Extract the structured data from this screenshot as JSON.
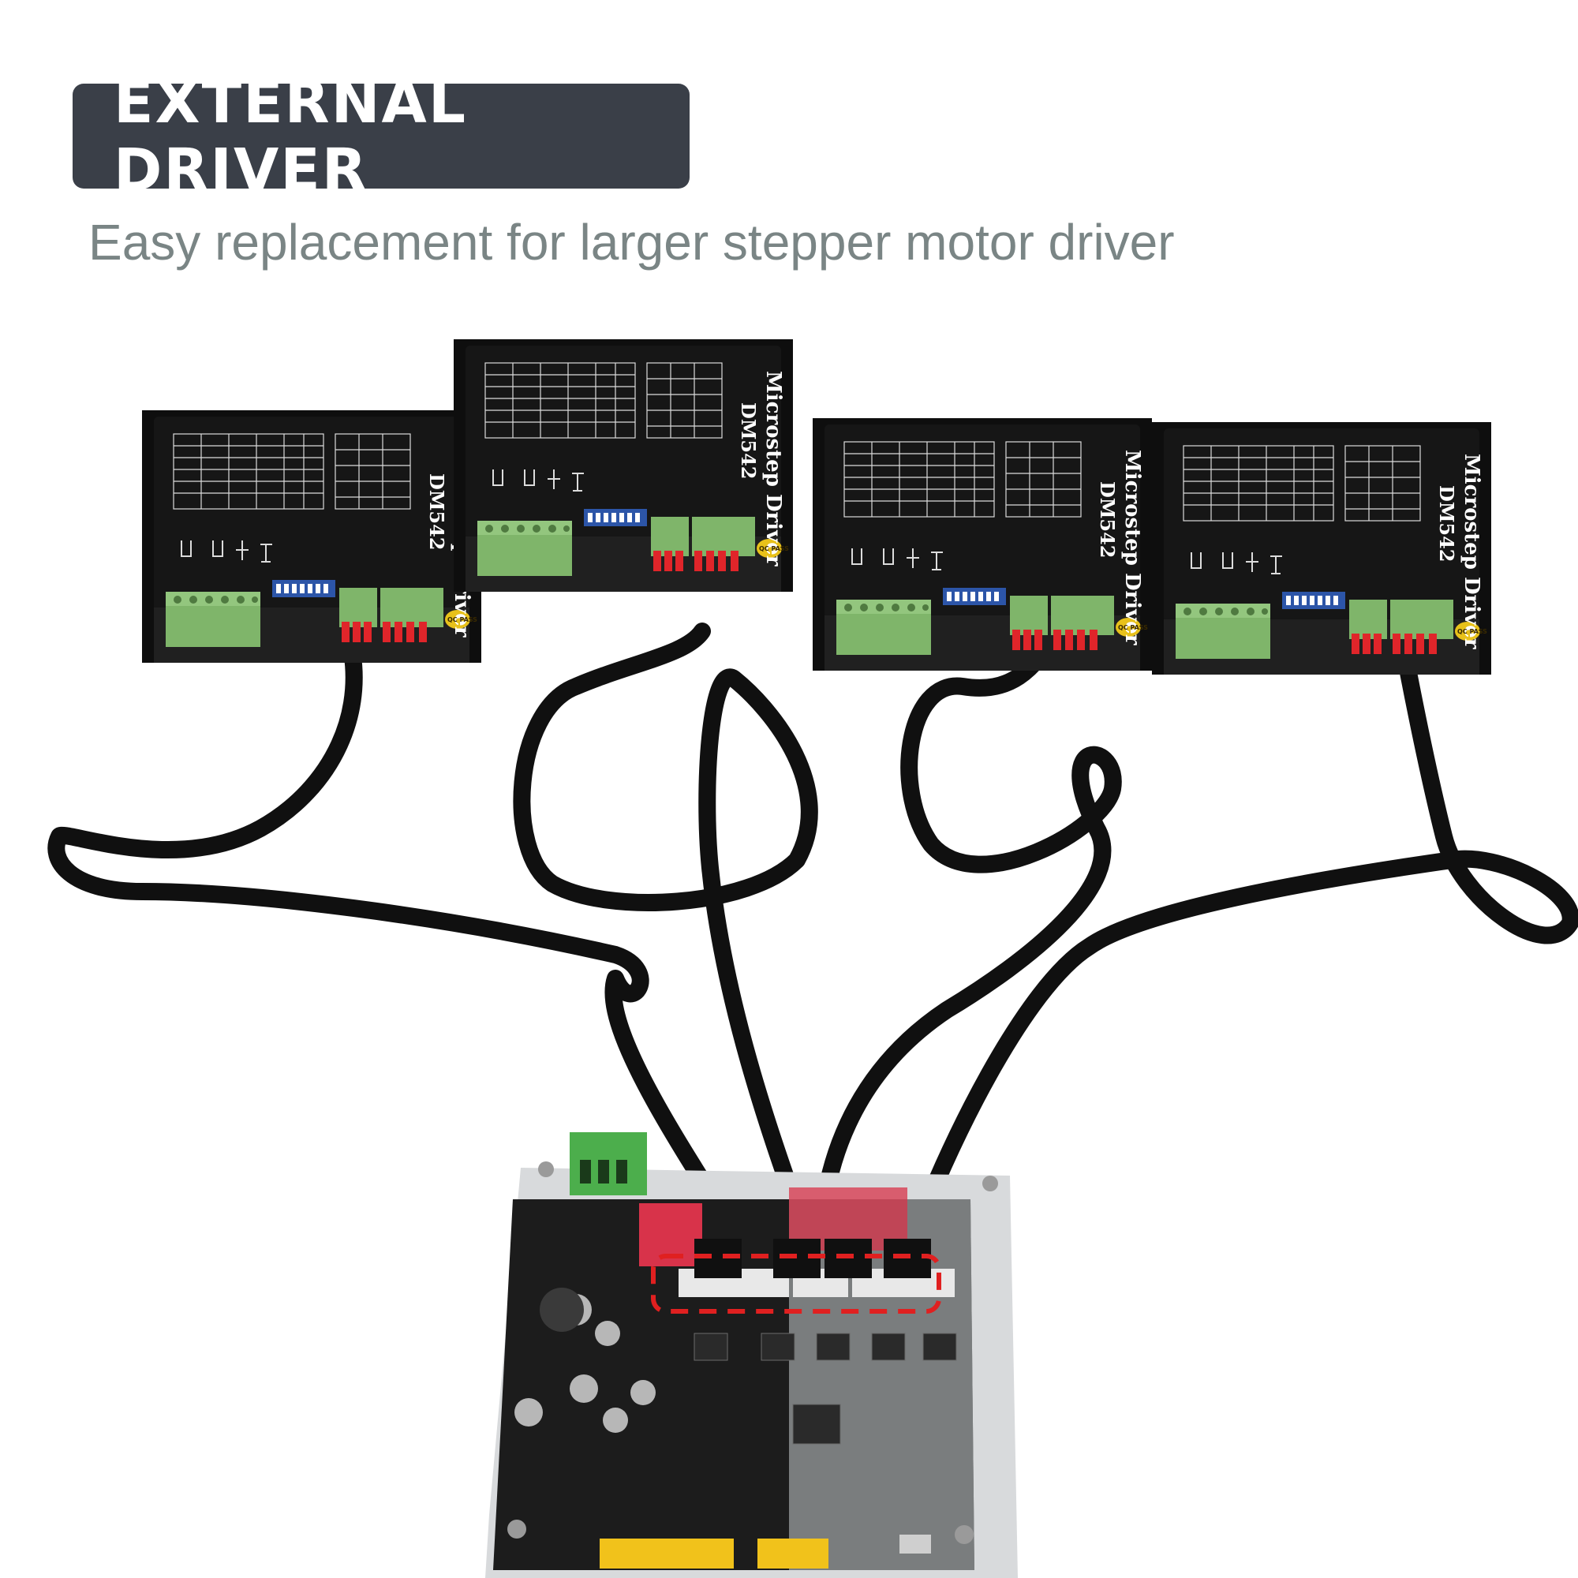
{
  "header": {
    "title": "EXTERNAL DRIVER",
    "subtitle": "Easy replacement for larger stepper motor driver"
  },
  "drivers": [
    {
      "product": "Microstep Driver",
      "model": "DM542",
      "pass_label": "QC PASS"
    },
    {
      "product": "Microstep Driver",
      "model": "DM542",
      "pass_label": "QC PASS"
    },
    {
      "product": "Microstep Driver",
      "model": "DM542",
      "pass_label": "QC PASS"
    },
    {
      "product": "Microstep Driver",
      "model": "DM542",
      "pass_label": "QC PASS"
    }
  ],
  "colors": {
    "badge": "#3a3f48",
    "subtitle": "#7a8585",
    "driver_body": "#141414",
    "terminal_green": "#7fb56a",
    "plug_red": "#e0252a",
    "cable": "#101010",
    "board_pcb": "#1c1c1c",
    "highlight_dash": "#e02020"
  }
}
